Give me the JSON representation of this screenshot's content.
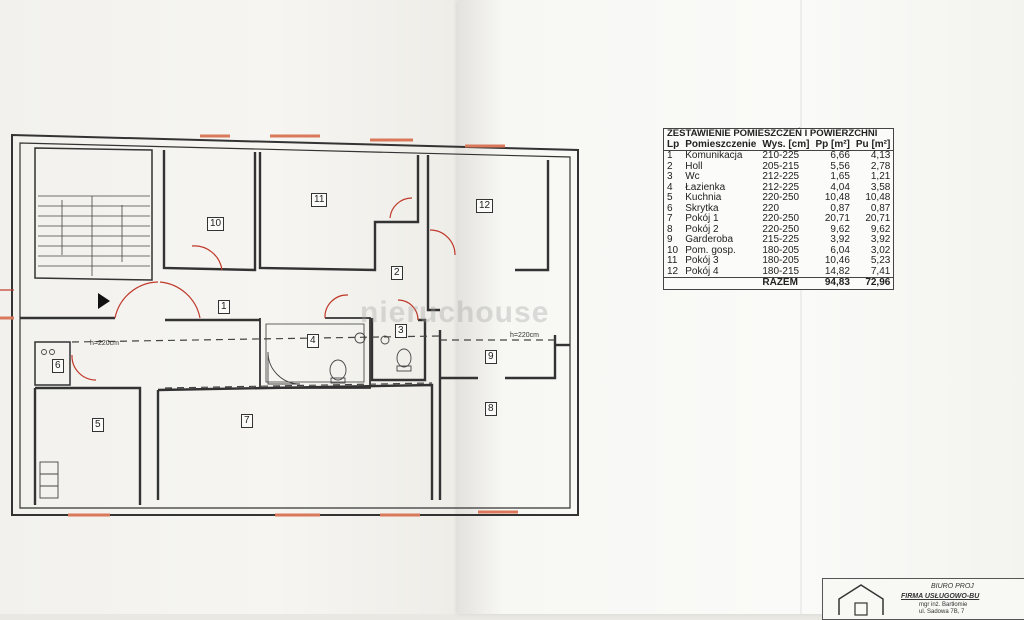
{
  "watermark": "nieruchouse",
  "plan": {
    "rooms": [
      {
        "num": "1"
      },
      {
        "num": "2"
      },
      {
        "num": "3"
      },
      {
        "num": "4"
      },
      {
        "num": "5"
      },
      {
        "num": "6"
      },
      {
        "num": "7"
      },
      {
        "num": "8"
      },
      {
        "num": "9"
      },
      {
        "num": "10"
      },
      {
        "num": "11"
      },
      {
        "num": "12"
      }
    ],
    "height_labels": [
      "h=220cm",
      "h=220cm"
    ]
  },
  "table": {
    "title": "ZESTAWIENIE POMIESZCZEŃ I POWIERZCHNI",
    "headers": {
      "lp": "Lp",
      "name": "Pomieszczenie",
      "height": "Wys. [cm]",
      "pp": "Pp [m²]",
      "pu": "Pu [m²]"
    },
    "rows": [
      {
        "lp": "1",
        "name": "Komunikacja",
        "height": "210-225",
        "pp": "6,66",
        "pu": "4,13"
      },
      {
        "lp": "2",
        "name": "Holl",
        "height": "205-215",
        "pp": "5,56",
        "pu": "2,78"
      },
      {
        "lp": "3",
        "name": "Wc",
        "height": "212-225",
        "pp": "1,65",
        "pu": "1,21"
      },
      {
        "lp": "4",
        "name": "Łazienka",
        "height": "212-225",
        "pp": "4,04",
        "pu": "3,58"
      },
      {
        "lp": "5",
        "name": "Kuchnia",
        "height": "220-250",
        "pp": "10,48",
        "pu": "10,48"
      },
      {
        "lp": "6",
        "name": "Skrytka",
        "height": "220",
        "pp": "0,87",
        "pu": "0,87"
      },
      {
        "lp": "7",
        "name": "Pokój 1",
        "height": "220-250",
        "pp": "20,71",
        "pu": "20,71"
      },
      {
        "lp": "8",
        "name": "Pokój 2",
        "height": "220-250",
        "pp": "9,62",
        "pu": "9,62"
      },
      {
        "lp": "9",
        "name": "Garderoba",
        "height": "215-225",
        "pp": "3,92",
        "pu": "3,92"
      },
      {
        "lp": "10",
        "name": "Pom. gosp.",
        "height": "180-205",
        "pp": "6,04",
        "pu": "3,02"
      },
      {
        "lp": "11",
        "name": "Pokój 3",
        "height": "180-205",
        "pp": "10,46",
        "pu": "5,23"
      },
      {
        "lp": "12",
        "name": "Pokój 4",
        "height": "180-215",
        "pp": "14,82",
        "pu": "7,41"
      }
    ],
    "total": {
      "label": "RAZEM",
      "pp": "94,83",
      "pu": "72,96"
    }
  },
  "stamp": {
    "line1": "BIURO PROJ",
    "line2": "FIRMA USŁUGOWO-BU",
    "line3": "mgr inż. Bartłomie",
    "line4": "ul. Sadowa 7B, 7"
  },
  "colors": {
    "wall": "#333333",
    "window": "#d9785a",
    "door": "#c0392b"
  }
}
